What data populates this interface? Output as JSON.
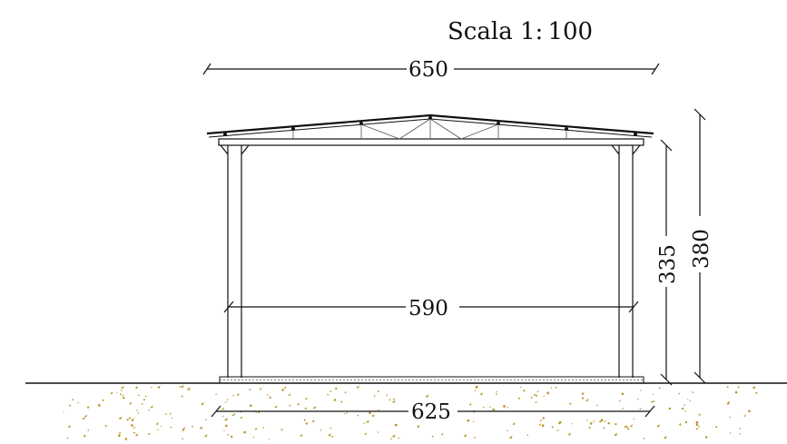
{
  "title": "Scala 1: 100",
  "dimensions": {
    "total_width": "650",
    "inner_width": "590",
    "base_width": "625",
    "column_height": "335",
    "total_height": "380"
  },
  "colors": {
    "line": "#111111",
    "ground_speckle": "#b8952a",
    "background": "#ffffff"
  }
}
